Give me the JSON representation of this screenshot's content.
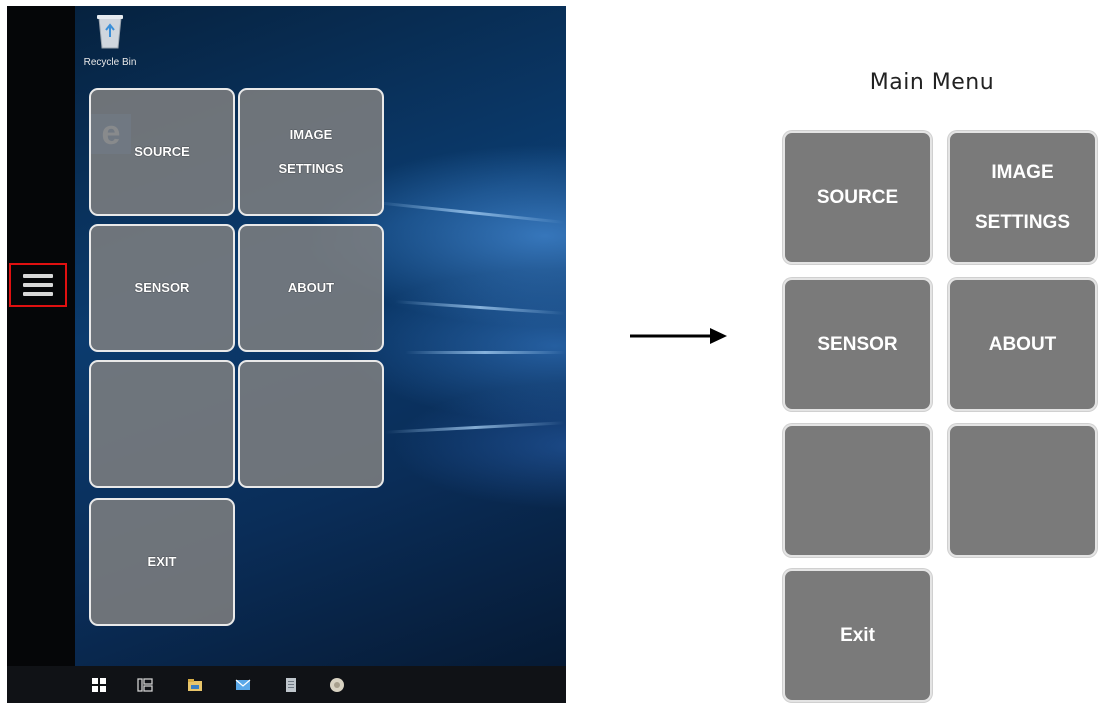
{
  "desktop": {
    "recycle_bin_label": "Recycle Bin",
    "edge_icon_letter": "e",
    "menu_tiles": [
      {
        "label": "SOURCE"
      },
      {
        "label": "IMAGE\nSETTINGS"
      },
      {
        "label": "SENSOR"
      },
      {
        "label": "ABOUT"
      },
      {
        "label": ""
      },
      {
        "label": ""
      },
      {
        "label": "EXIT"
      }
    ],
    "taskbar_icons": [
      "windows-start-icon",
      "task-view-icon",
      "file-explorer-icon",
      "mail-icon",
      "document-icon",
      "media-icon"
    ]
  },
  "main_menu": {
    "title": "Main Menu",
    "tiles": [
      {
        "label": "SOURCE"
      },
      {
        "label": "IMAGE\nSETTINGS"
      },
      {
        "label": "SENSOR"
      },
      {
        "label": "ABOUT"
      },
      {
        "label": ""
      },
      {
        "label": ""
      },
      {
        "label": "Exit"
      }
    ]
  },
  "colors": {
    "tile_fill": "#7a7a7a",
    "tile_border": "#e4e4e4",
    "highlight_border": "#e01010",
    "desktop_blue": "#0b3b6e"
  }
}
